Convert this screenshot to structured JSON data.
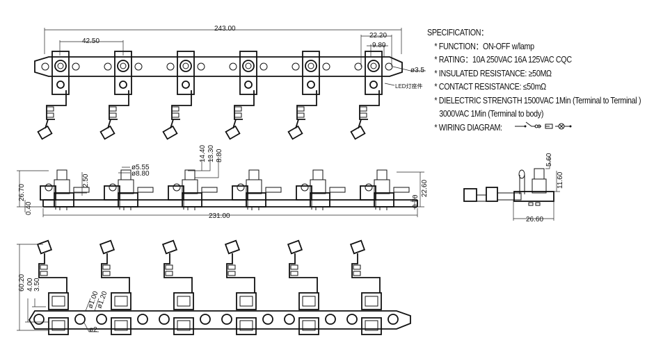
{
  "specification": {
    "title": "SPECIFICATION：",
    "items": [
      "* FUNCTION：ON-OFF  w/lamp",
      "* RATING：10A 250VAC  16A 125VAC      CQC",
      "* INSULATED RESISTANCE:  ≥50MΩ",
      "* CONTACT RESISTANCE:   ≤50mΩ",
      "* DIELECTRIC STRENGTH   1500VAC  1Min (Terminal to Terminal )"
    ],
    "continuation": "3000VAC 1Min (Terminal to body)",
    "wiring_label": "* WIRING DIAGRAM:"
  },
  "top_view": {
    "overall": "243.00",
    "pitch": "42.50",
    "span": "22.20",
    "inner": "9.80",
    "hole": "ø3.5",
    "led_note": "LED灯座件"
  },
  "front_view": {
    "length": "231.00",
    "height": "26.70",
    "base": "0.40",
    "step": "2.50",
    "d1": "ø5.55",
    "d2": "ø8.80",
    "h1": "14.40",
    "h2": "13.30",
    "h3": "8.80",
    "right_h": "22.60",
    "right_base": "0.70"
  },
  "side_view": {
    "top": "5.60",
    "height": "11.60",
    "width": "26.60"
  },
  "bottom_view": {
    "total": "60.20",
    "a": "4.00",
    "b": "3.50",
    "h1": "ø1.00",
    "h2": "ø1.20",
    "h3": "ø2"
  },
  "unit_count": 6
}
